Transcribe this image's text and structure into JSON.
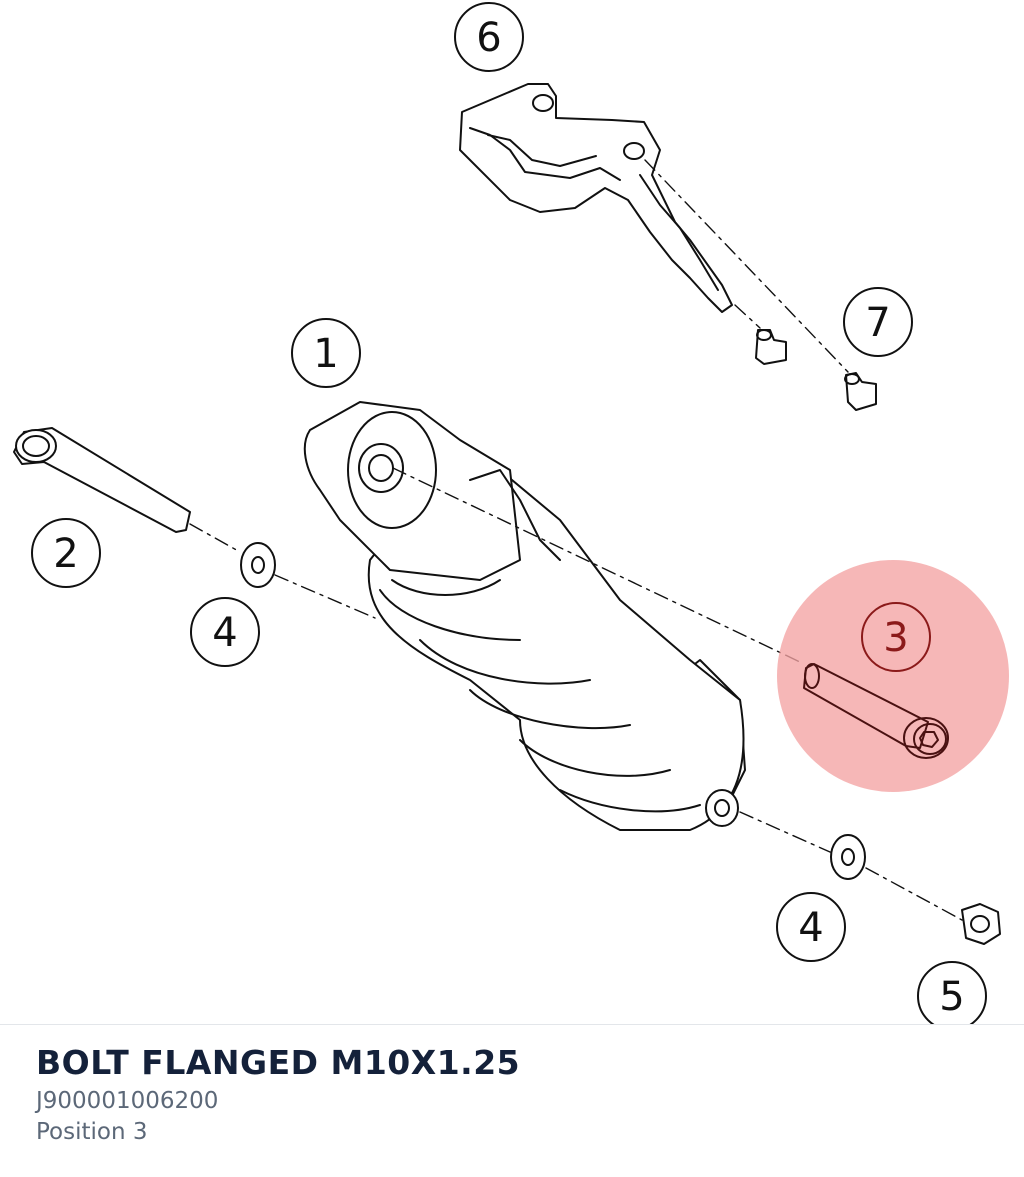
{
  "diagram": {
    "callouts": [
      {
        "id": 1,
        "label": "1"
      },
      {
        "id": 2,
        "label": "2"
      },
      {
        "id": 3,
        "label": "3"
      },
      {
        "id": 4,
        "label": "4"
      },
      {
        "id": 5,
        "label": "4"
      },
      {
        "id": 6,
        "label": "5"
      },
      {
        "id": 7,
        "label": "6"
      },
      {
        "id": 8,
        "label": "7"
      }
    ],
    "highlight_color": "#f4a3a3",
    "highlight_label_color": "#8b1a1a"
  },
  "part": {
    "title": "BOLT FLANGED M10X1.25",
    "number": "J900001006200",
    "position": "Position 3"
  }
}
